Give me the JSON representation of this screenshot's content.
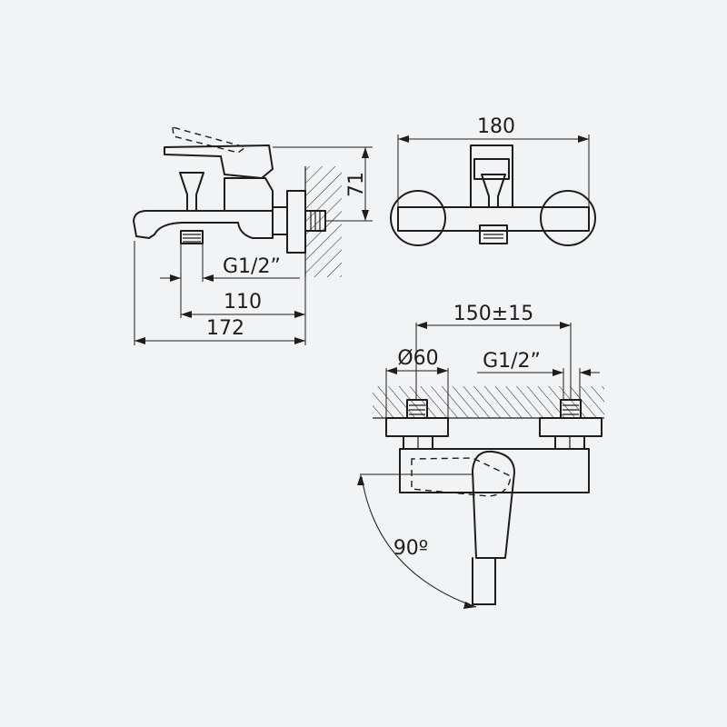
{
  "side_view": {
    "dim_total_length": "172",
    "dim_spout_to_wall": "110",
    "dim_thread": "G1/2”",
    "dim_height": "71"
  },
  "top_view": {
    "dim_width": "180"
  },
  "front_view": {
    "dim_center_distance": "150±15",
    "dim_flange_diameter": "Ø60",
    "dim_thread": "G1/2”",
    "dim_lever_angle": "90º"
  },
  "colors": {
    "background": "#f2f3f5",
    "line": "#1d1d1d"
  }
}
